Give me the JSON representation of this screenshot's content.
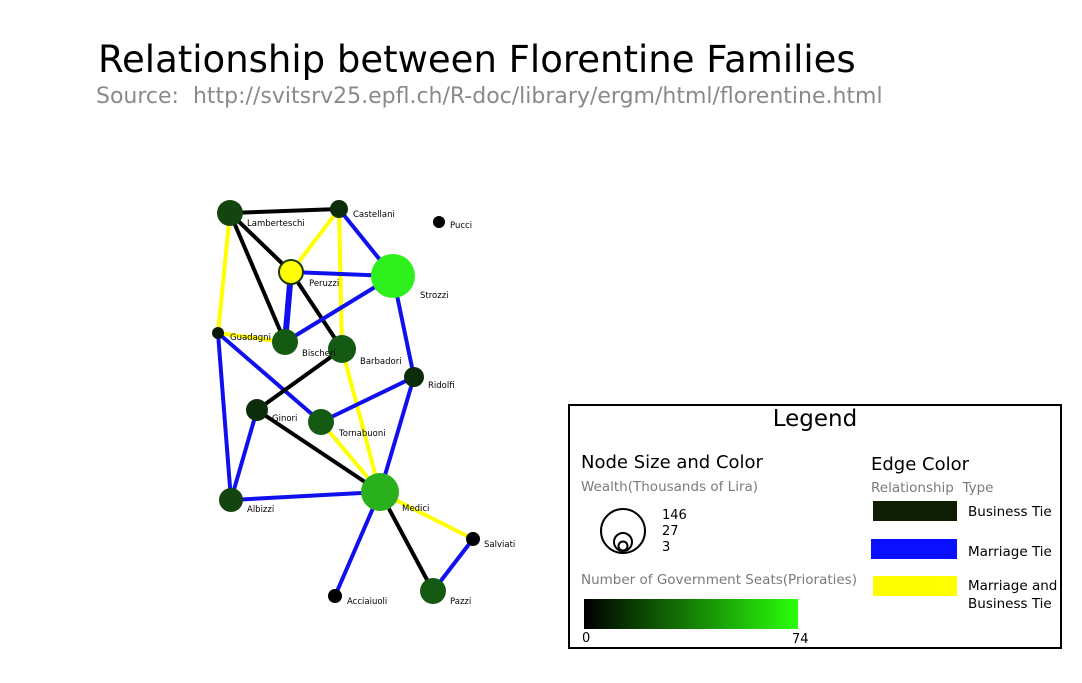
{
  "title": "Relationship between Florentine Families",
  "source": {
    "label": "Source:",
    "url": "http://svitsrv25.epfl.ch/R-doc/library/ergm/html/florentine.html"
  },
  "colors": {
    "business_tie": "#000000",
    "marriage_tie": "#1010ee",
    "marriage_and_business_tie": "#ffff00",
    "node_border": "#1a3a0a",
    "seats_low": "#000000",
    "seats_high": "#2aff0a"
  },
  "nodes": [
    {
      "id": "Lamberteschi",
      "label": "Lamberteschi",
      "fill": "#14440f"
    },
    {
      "id": "Castellani",
      "label": "Castellani",
      "fill": "#0d2c0a"
    },
    {
      "id": "Pucci",
      "label": "Pucci",
      "fill": "#000000"
    },
    {
      "id": "Peruzzi",
      "label": "Peruzzi",
      "fill": "#ffff00"
    },
    {
      "id": "Strozzi",
      "label": "Strozzi",
      "fill": "#2df01c"
    },
    {
      "id": "Guadagni",
      "label": "Guadagni",
      "fill": "#0a1a08"
    },
    {
      "id": "Bischeri",
      "label": "Bischeri",
      "fill": "#155a12"
    },
    {
      "id": "Barbadori",
      "label": "Barbadori",
      "fill": "#155a12"
    },
    {
      "id": "Ridolfi",
      "label": "Ridolfi",
      "fill": "#0d2c0a"
    },
    {
      "id": "Ginori",
      "label": "Ginori",
      "fill": "#0d2c0a"
    },
    {
      "id": "Tornabuoni",
      "label": "Tornabuoni",
      "fill": "#155a12"
    },
    {
      "id": "Medici",
      "label": "Medici",
      "fill": "#2ab01c"
    },
    {
      "id": "Albizzi",
      "label": "Albizzi",
      "fill": "#14440f"
    },
    {
      "id": "Salviati",
      "label": "Salviati",
      "fill": "#000000"
    },
    {
      "id": "Acciaiuoli",
      "label": "Acciaiuoli",
      "fill": "#000000"
    },
    {
      "id": "Pazzi",
      "label": "Pazzi",
      "fill": "#155a12"
    }
  ],
  "edges": [
    {
      "source": "Lamberteschi",
      "target": "Castellani",
      "type": "business"
    },
    {
      "source": "Lamberteschi",
      "target": "Peruzzi",
      "type": "business"
    },
    {
      "source": "Lamberteschi",
      "target": "Bischeri",
      "type": "business"
    },
    {
      "source": "Lamberteschi",
      "target": "Guadagni",
      "type": "both"
    },
    {
      "source": "Castellani",
      "target": "Peruzzi",
      "type": "both"
    },
    {
      "source": "Castellani",
      "target": "Barbadori",
      "type": "both"
    },
    {
      "source": "Castellani",
      "target": "Strozzi",
      "type": "marriage"
    },
    {
      "source": "Peruzzi",
      "target": "Strozzi",
      "type": "marriage"
    },
    {
      "source": "Peruzzi",
      "target": "Bischeri",
      "type": "marriage"
    },
    {
      "source": "Peruzzi",
      "target": "Barbadori",
      "type": "business"
    },
    {
      "source": "Strozzi",
      "target": "Bischeri",
      "type": "marriage"
    },
    {
      "source": "Strozzi",
      "target": "Ridolfi",
      "type": "marriage"
    },
    {
      "source": "Guadagni",
      "target": "Bischeri",
      "type": "both"
    },
    {
      "source": "Guadagni",
      "target": "Tornabuoni",
      "type": "marriage"
    },
    {
      "source": "Guadagni",
      "target": "Albizzi",
      "type": "marriage"
    },
    {
      "source": "Barbadori",
      "target": "Ginori",
      "type": "business"
    },
    {
      "source": "Barbadori",
      "target": "Medici",
      "type": "both"
    },
    {
      "source": "Ridolfi",
      "target": "Tornabuoni",
      "type": "marriage"
    },
    {
      "source": "Ridolfi",
      "target": "Medici",
      "type": "marriage"
    },
    {
      "source": "Ginori",
      "target": "Medici",
      "type": "business"
    },
    {
      "source": "Ginori",
      "target": "Albizzi",
      "type": "marriage"
    },
    {
      "source": "Tornabuoni",
      "target": "Medici",
      "type": "both"
    },
    {
      "source": "Albizzi",
      "target": "Medici",
      "type": "marriage"
    },
    {
      "source": "Medici",
      "target": "Salviati",
      "type": "both"
    },
    {
      "source": "Medici",
      "target": "Acciaiuoli",
      "type": "marriage"
    },
    {
      "source": "Medici",
      "target": "Pazzi",
      "type": "business"
    },
    {
      "source": "Salviati",
      "target": "Pazzi",
      "type": "marriage"
    }
  ],
  "legend": {
    "title": "Legend",
    "node_heading": "Node Size and Color",
    "wealth_label": "Wealth(Thousands of Lira)",
    "wealth_values": [
      "146",
      "27",
      "3"
    ],
    "seats_label": "Number of Government Seats(Prioraties)",
    "seats_min": "0",
    "seats_max": "74",
    "edge_heading": "Edge Color",
    "edge_sub": "Relationship  Type",
    "edge_types": [
      {
        "label": "Business Tie",
        "color": "#0f1f06"
      },
      {
        "label": "Marriage Tie",
        "color": "#0a10ff"
      },
      {
        "label": "Marriage and Business Tie",
        "color": "#ffff00"
      }
    ]
  }
}
